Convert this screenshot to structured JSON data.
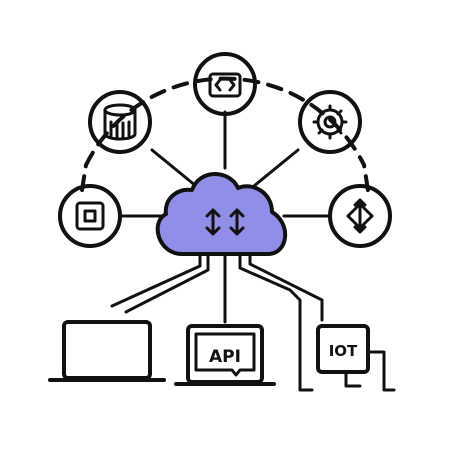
{
  "diagram": {
    "colors": {
      "line": "#111111",
      "background": "#ffffff",
      "cloud_fill": "#8f8fe8"
    },
    "hub": {
      "icon": "cloud-sync-icon"
    },
    "nodes": [
      {
        "key": "code",
        "icon": "code-icon"
      },
      {
        "key": "database",
        "icon": "database-icon"
      },
      {
        "key": "settings",
        "icon": "gear-icon"
      },
      {
        "key": "chip",
        "icon": "chip-icon"
      },
      {
        "key": "transfer",
        "icon": "vertical-transfer-icon"
      }
    ],
    "devices": [
      {
        "key": "laptop",
        "icon": "laptop-icon"
      },
      {
        "key": "api",
        "icon": "api-laptop-icon",
        "label": "API"
      },
      {
        "key": "iot",
        "icon": "iot-icon",
        "label": "IOT"
      }
    ]
  }
}
